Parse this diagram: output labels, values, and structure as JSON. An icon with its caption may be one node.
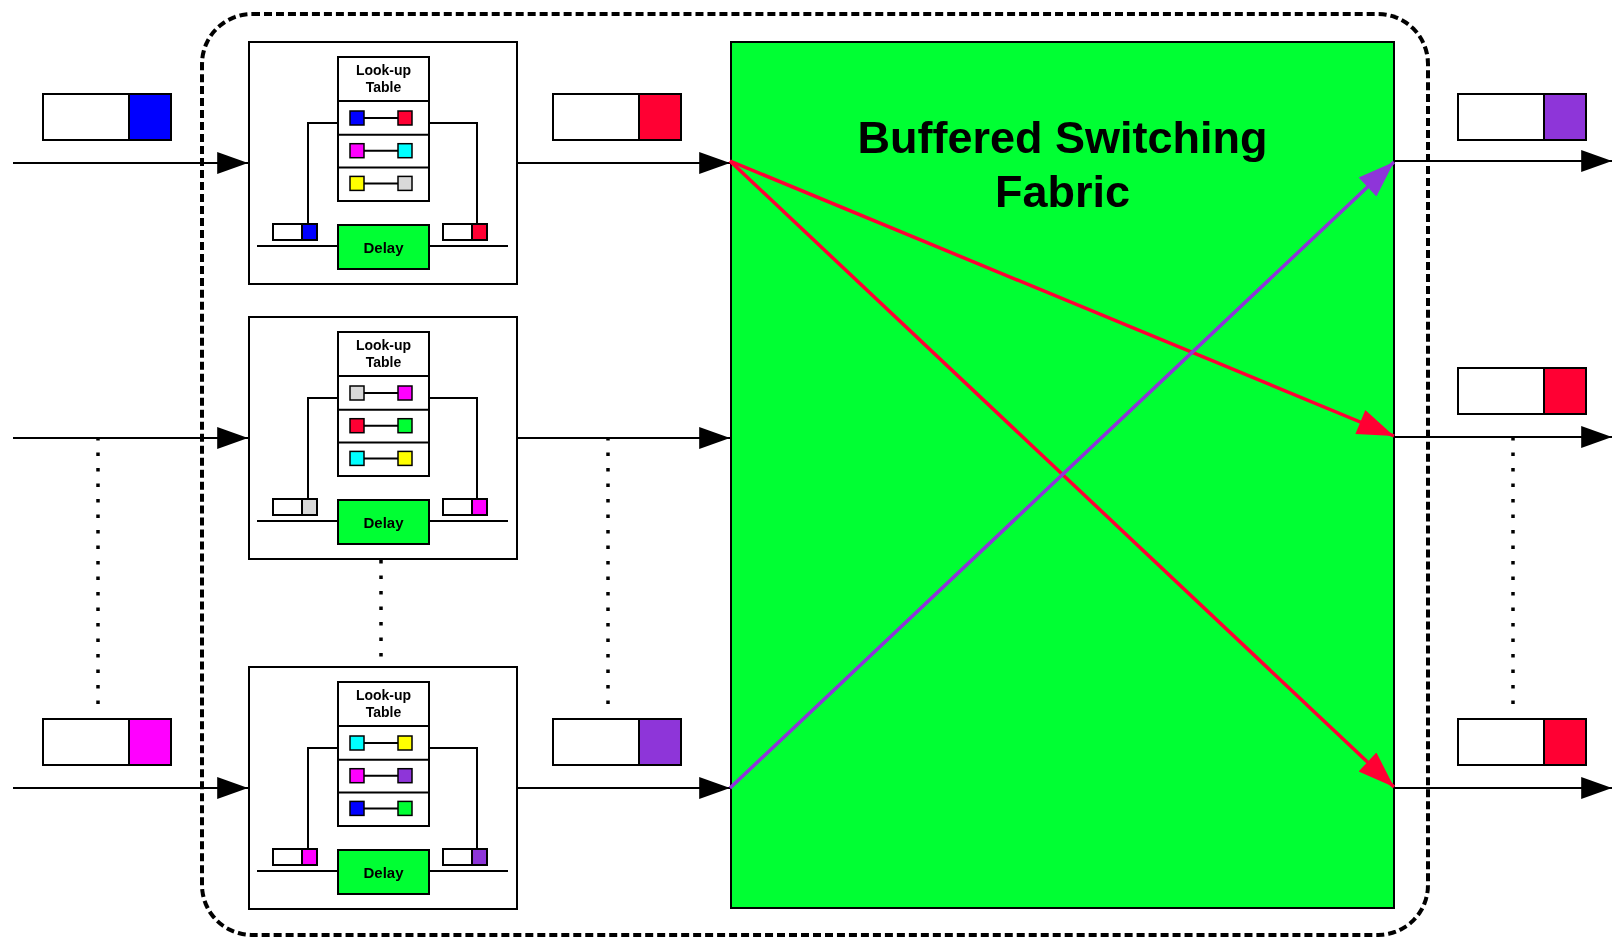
{
  "diagram": {
    "nodes": [
      {
        "text": [],
        "shape": "box"
      },
      {
        "text": [],
        "shape": "box",
        "in": 0
      },
      {
        "text": [
          "Look-up Table"
        ],
        "in": 1
      },
      {
        "text": [
          "Delay"
        ],
        "in": 1
      },
      {
        "text": [],
        "shape": "box",
        "in": 0
      },
      {
        "text": [
          "Look-up Table"
        ],
        "in": 4
      },
      {
        "text": [
          "Delay"
        ],
        "in": 4
      },
      {
        "text": [],
        "shape": "box",
        "in": 0
      },
      {
        "text": [
          "Look-up Table"
        ],
        "in": 7
      },
      {
        "text": [
          "Delay"
        ],
        "in": 7
      },
      {
        "text": [
          "Buffered Switching Fabric"
        ],
        "in": 0
      }
    ],
    "edges": [
      {
        "from": null,
        "to": 1,
        "arrow": "to"
      },
      {
        "from": null,
        "to": 4,
        "arrow": "to"
      },
      {
        "from": null,
        "to": 7,
        "arrow": "to"
      },
      {
        "from": 1,
        "to": 10,
        "arrow": "to"
      },
      {
        "from": 4,
        "to": 10,
        "arrow": "to"
      },
      {
        "from": 7,
        "to": 10,
        "arrow": "to"
      },
      {
        "from": 10,
        "to": null,
        "arrow": "to"
      },
      {
        "from": 10,
        "to": null,
        "arrow": "to"
      },
      {
        "from": 10,
        "to": null,
        "arrow": "to"
      },
      {
        "from": 4,
        "to": 7,
        "arrow": "none",
        "style": "dashed"
      }
    ]
  }
}
